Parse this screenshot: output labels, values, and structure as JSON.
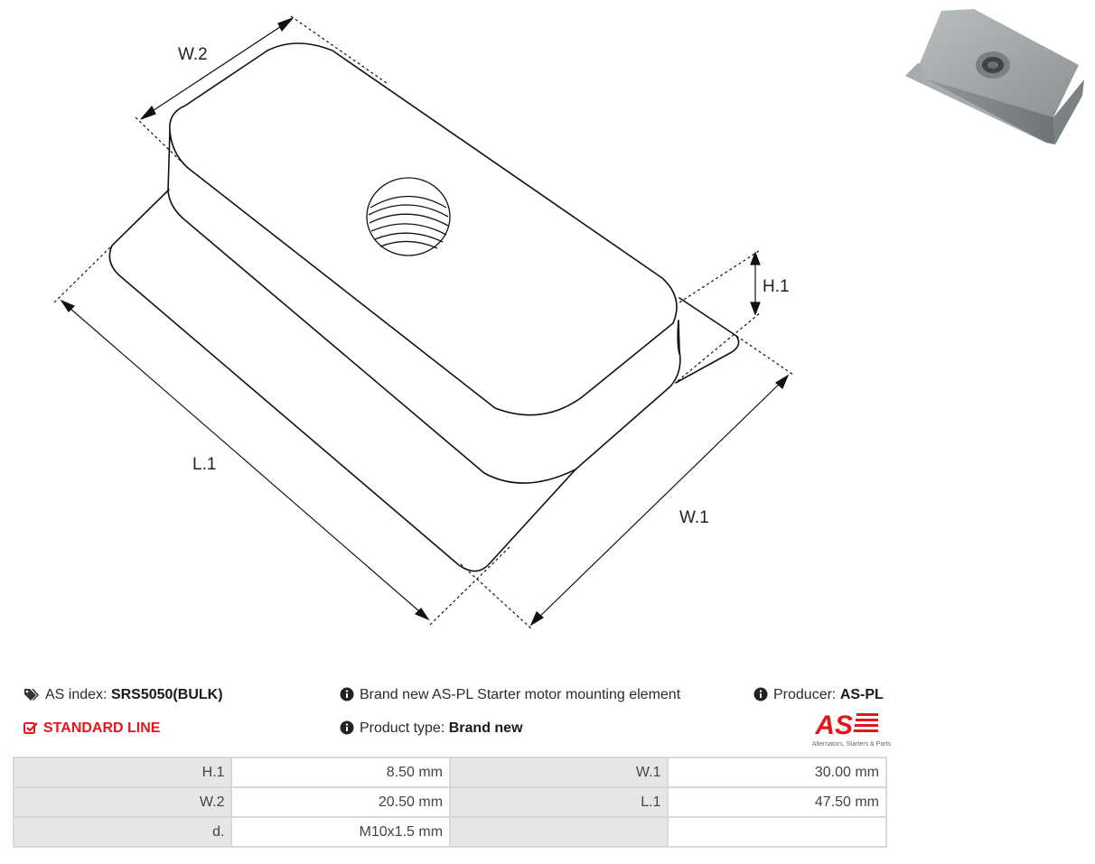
{
  "dimensions": {
    "w2": "W.2",
    "l1": "L.1",
    "h1": "H.1",
    "w1": "W.1"
  },
  "info": {
    "as_index_label": "AS index:",
    "as_index_value": "SRS5050(BULK)",
    "standard_line": "STANDARD LINE",
    "description": "Brand new AS-PL Starter motor mounting element",
    "product_type_label": "Product type:",
    "product_type_value": "Brand new",
    "producer_label": "Producer:",
    "producer_value": "AS-PL"
  },
  "logo": {
    "mark": "AS",
    "tagline": "Alternators, Starters & Parts"
  },
  "specs": {
    "rows": [
      [
        {
          "label": "H.1",
          "value": "8.50 mm"
        },
        {
          "label": "W.1",
          "value": "30.00 mm"
        }
      ],
      [
        {
          "label": "W.2",
          "value": "20.50 mm"
        },
        {
          "label": "L.1",
          "value": "47.50 mm"
        }
      ],
      [
        {
          "label": "d.",
          "value": "M10x1.5 mm"
        },
        {
          "label": "",
          "value": ""
        }
      ]
    ]
  },
  "colors": {
    "accent_red": "#e3161e",
    "label_cell": "#e6e6e6",
    "border": "#d8d8d8"
  },
  "icons": [
    "tags-icon",
    "check-square-icon",
    "info-circle-icon"
  ]
}
